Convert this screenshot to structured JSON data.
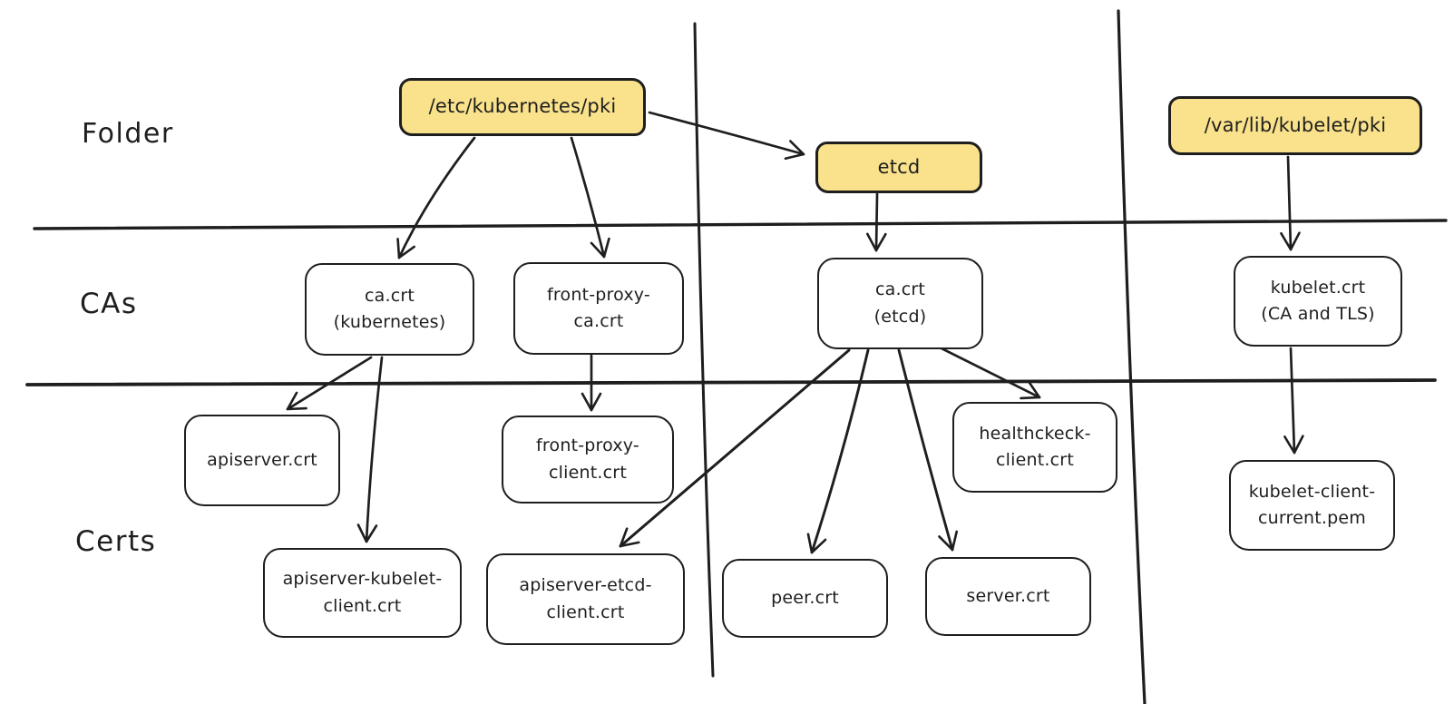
{
  "colors": {
    "stroke": "#1e1e1e",
    "folder_fill": "#f9e28b",
    "node_fill": "#ffffff",
    "background": "#ffffff"
  },
  "row_labels": {
    "folder": "Folder",
    "cas": "CAs",
    "certs": "Certs"
  },
  "nodes": {
    "etc_kubernetes_pki": "/etc/kubernetes/pki",
    "etcd_folder": "etcd",
    "var_lib_kubelet_pki": "/var/lib/kubelet/pki",
    "ca_kubernetes": "ca.crt\n(kubernetes)",
    "front_proxy_ca": "front-proxy-\nca.crt",
    "ca_etcd": "ca.crt\n(etcd)",
    "kubelet_crt": "kubelet.crt\n(CA and TLS)",
    "apiserver_crt": "apiserver.crt",
    "front_proxy_client": "front-proxy-\nclient.crt",
    "healthcheck_client": "healthckeck-\nclient.crt",
    "kubelet_client_current": "kubelet-client-\ncurrent.pem",
    "apiserver_kubelet_client": "apiserver-kubelet-\nclient.crt",
    "apiserver_etcd_client": "apiserver-etcd-\nclient.crt",
    "peer_crt": "peer.crt",
    "server_crt": "server.crt"
  }
}
